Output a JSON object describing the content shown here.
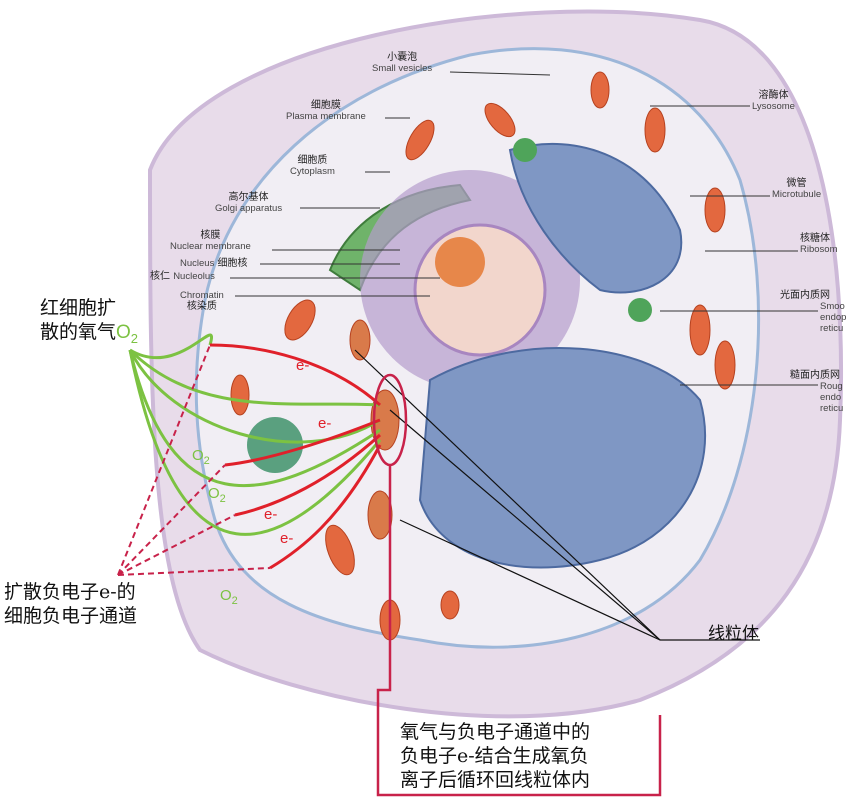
{
  "labels": {
    "small_vesicles": {
      "zh": "小囊泡",
      "en": "Small vesicles"
    },
    "plasma_membrane": {
      "zh": "细胞膜",
      "en": "Plasma membrane"
    },
    "cytoplasm": {
      "zh": "细胞质",
      "en": "Cytoplasm"
    },
    "golgi": {
      "zh": "高尔基体",
      "en": "Golgi apparatus"
    },
    "nuclear_membrane": {
      "zh": "核膜",
      "en": "Nuclear membrane"
    },
    "nucleus": {
      "zh": "细胞核",
      "en": "Nucleus"
    },
    "nucleolus": {
      "zh": "核仁",
      "en": "Nucleolus"
    },
    "chromatin": {
      "zh": "核染质",
      "en": "Chromatin"
    },
    "lysosome": {
      "zh": "溶酶体",
      "en": "Lysosome"
    },
    "microtubule": {
      "zh": "微管",
      "en": "Microtubule"
    },
    "ribosome": {
      "zh": "核糖体",
      "en": "Ribosom"
    },
    "smooth_er": {
      "zh": "光面内质网",
      "en1": "Smoo",
      "en2": "endop",
      "en3": "reticu"
    },
    "rough_er": {
      "zh": "糙面内质网",
      "en1": "Roug",
      "en2": "endo",
      "en3": "reticu"
    }
  },
  "annotations": {
    "oxygen_line1": "红细胞扩",
    "oxygen_line2": "散的氧气",
    "oxygen_o2": "O",
    "oxygen_sub": "2",
    "channel_line1": "扩散负电子e-的",
    "channel_line2": "细胞负电子通道",
    "mitochondria": "线粒体",
    "result_line1": "氧气与负电子通道中的",
    "result_line2": "负电子e-结合生成氧负",
    "result_line3": "离子后循环回线粒体内",
    "electron": "e-",
    "o2": "O",
    "o2_sub": "2"
  },
  "colors": {
    "green": "#7cc242",
    "red": "#e0202a",
    "crimson": "#c8224a"
  }
}
